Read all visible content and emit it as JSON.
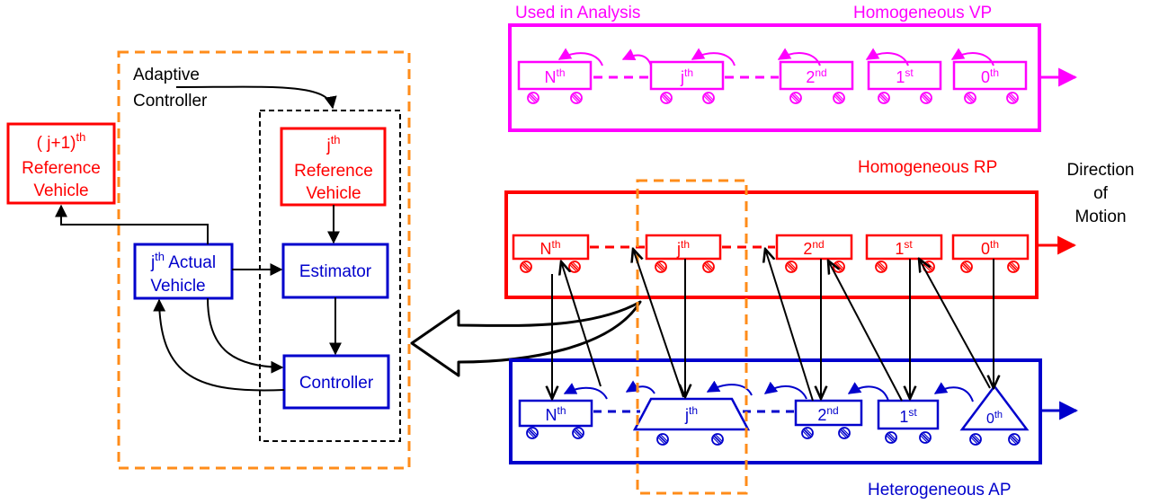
{
  "colors": {
    "magenta": "#FF00FF",
    "red": "#FF0000",
    "blue": "#0000CC",
    "orange": "#FF8C1A",
    "black": "#000000"
  },
  "labels": {
    "used_in_analysis": "Used in Analysis",
    "homogeneous_vp": "Homogeneous VP",
    "homogeneous_rp": "Homogeneous RP",
    "heterogeneous_ap": "Heterogeneous AP",
    "direction_line1": "Direction",
    "direction_line2": "of",
    "direction_line3": "Motion",
    "adaptive_line1": "Adaptive",
    "adaptive_line2": "Controller"
  },
  "blocks": {
    "j1_ref": {
      "line1_base": "( j+1)",
      "line1_sup": "th",
      "line2": "Reference",
      "line3": "Vehicle"
    },
    "j_ref": {
      "line1_base": "j",
      "line1_sup": "th",
      "line2": "Reference",
      "line3": "Vehicle"
    },
    "actual": {
      "line1_base": "j",
      "line1_sup": "th",
      "line1_rest": " Actual",
      "line2": "Vehicle"
    },
    "estimator": "Estimator",
    "controller": "Controller"
  },
  "vehicles": {
    "n": {
      "base": "N",
      "sup": "th"
    },
    "j": {
      "base": "j",
      "sup": "th"
    },
    "second": {
      "base": "2",
      "sup": "nd"
    },
    "first": {
      "base": "1",
      "sup": "st"
    },
    "zero": {
      "base": "0",
      "sup": "th"
    }
  }
}
